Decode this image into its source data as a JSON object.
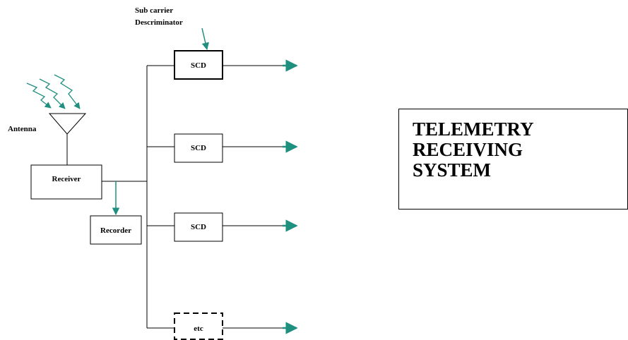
{
  "diagram": {
    "scd_annotation": [
      "Sub carrier",
      "Descriminator"
    ],
    "antenna_label": "Antenna",
    "receiver_label": "Receiver",
    "recorder_label": "Recorder",
    "scd_labels": [
      "SCD",
      "SCD",
      "SCD"
    ],
    "etc_label": "etc",
    "colors": {
      "line": "#000000",
      "arrow": "#1f8f80"
    }
  },
  "title_box": {
    "lines": [
      "TELEMETRY",
      "RECEIVING",
      "SYSTEM"
    ]
  }
}
